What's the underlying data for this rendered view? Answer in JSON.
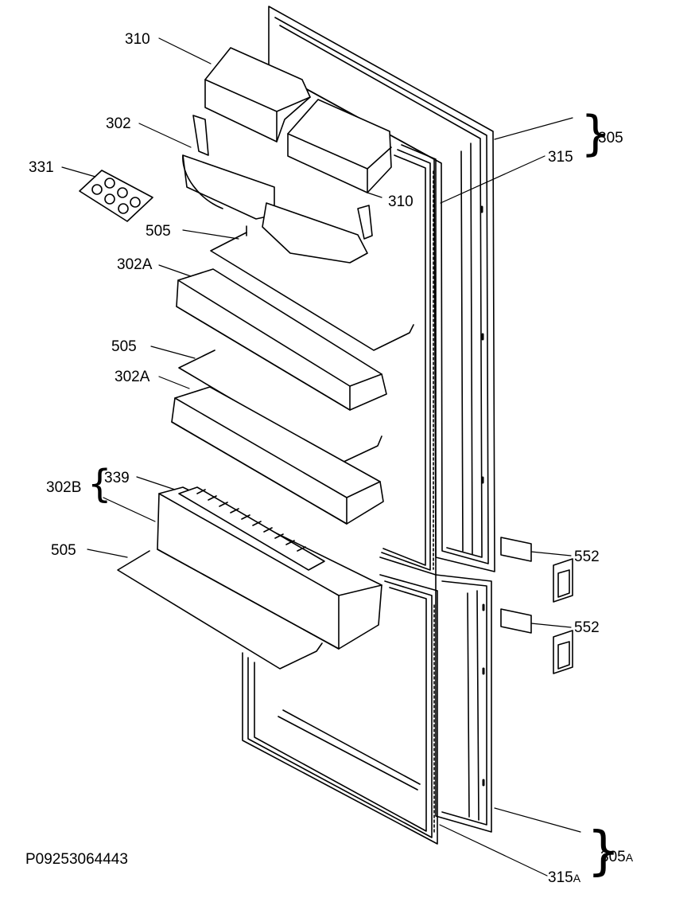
{
  "diagram": {
    "part_labels": {
      "l310_top": "310",
      "l302": "302",
      "l331": "331",
      "l310_mid": "310",
      "l505_a": "505",
      "l302A_a": "302A",
      "l505_b": "505",
      "l302A_b": "302A",
      "l339": "339",
      "l302B": "302B",
      "l505_c": "505",
      "l305": "305",
      "l315": "315",
      "l552_a": "552",
      "l552_b": "552",
      "l305A_main": "305",
      "l305A_sub": "A",
      "l315A_main": "315",
      "l315A_sub": "A"
    },
    "drawing_code": "P09253064443"
  }
}
